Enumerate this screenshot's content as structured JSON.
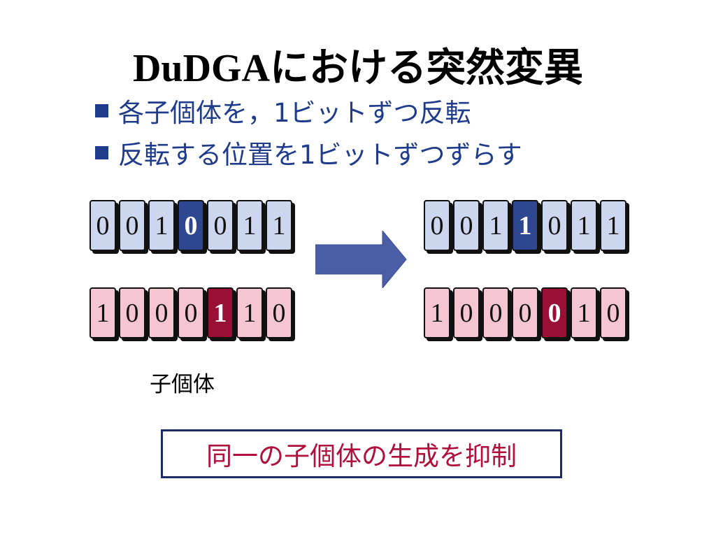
{
  "title": {
    "latin": "DuDGA",
    "rest": "における突然変異"
  },
  "bullets": [
    "各子個体を，1ビットずつ反転",
    "反転する位置を1ビットずつずらす"
  ],
  "rows": [
    {
      "id": "before-top",
      "color": "blue",
      "bits": [
        "0",
        "0",
        "1",
        "0",
        "0",
        "1",
        "1"
      ],
      "highlight": 3
    },
    {
      "id": "before-bottom",
      "color": "pink",
      "bits": [
        "1",
        "0",
        "0",
        "0",
        "1",
        "1",
        "0"
      ],
      "highlight": 4
    },
    {
      "id": "after-top",
      "color": "blue",
      "bits": [
        "0",
        "0",
        "1",
        "1",
        "0",
        "1",
        "1"
      ],
      "highlight": 3
    },
    {
      "id": "after-bottom",
      "color": "pink",
      "bits": [
        "1",
        "0",
        "0",
        "0",
        "0",
        "1",
        "0"
      ],
      "highlight": 4
    }
  ],
  "label_child": "子個体",
  "note": "同一の子個体の生成を抑制",
  "colors": {
    "arrow_fill": "#4a5ea8",
    "bullet_text": "#1f3c8c",
    "note_text": "#b0103b",
    "note_border": "#1f2a6b"
  }
}
